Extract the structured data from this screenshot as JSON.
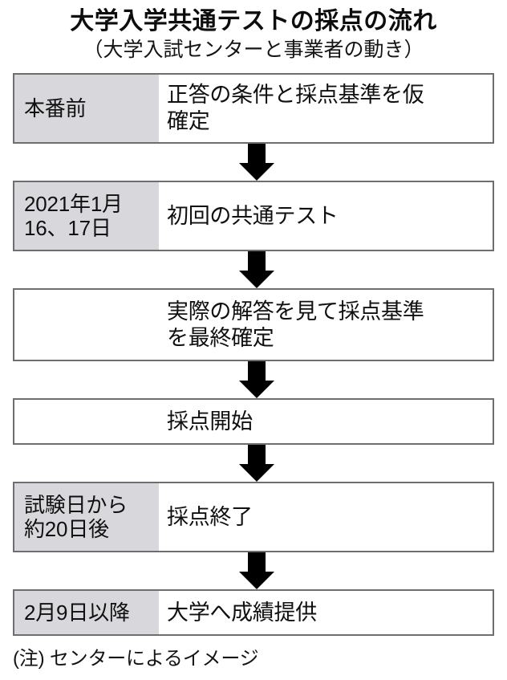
{
  "heading": {
    "title": "大学入学共通テストの採点の流れ",
    "subtitle": "（大学入試センターと事業者の動き）"
  },
  "flow": {
    "arrow_icon": "arrow-down-icon",
    "steps": [
      {
        "label": "本番前",
        "text": "正答の条件と採点基準を仮\n確定",
        "label_filled": true,
        "height": "tall"
      },
      {
        "label": "2021年1月\n16、17日",
        "text": "初回の共通テスト",
        "label_filled": true,
        "height": "tall"
      },
      {
        "label": "",
        "text": "実際の解答を見て採点基準\nを最終確定",
        "label_filled": false,
        "height": "mid"
      },
      {
        "label": "",
        "text": "採点開始",
        "label_filled": false,
        "height": "short"
      },
      {
        "label": "試験日から\n約20日後",
        "text": "採点終了",
        "label_filled": true,
        "height": "tall"
      },
      {
        "label": "2月9日以降",
        "text": "大学へ成績提供",
        "label_filled": true,
        "height": "short"
      }
    ]
  },
  "footnote": "(注) センターによるイメージ",
  "colors": {
    "label_fill": "#d8d8dc",
    "box_border": "#6e6e6e",
    "arrow": "#000000",
    "text": "#101010",
    "background": "#ffffff"
  }
}
